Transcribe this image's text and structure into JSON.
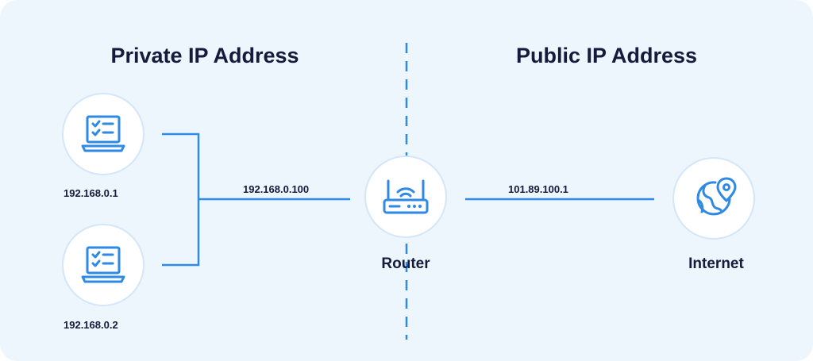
{
  "headings": {
    "private": "Private IP Address",
    "public": "Public IP Address"
  },
  "devices": [
    {
      "ip": "192.168.0.1",
      "icon": "laptop-checklist-icon"
    },
    {
      "ip": "192.168.0.2",
      "icon": "laptop-checklist-icon"
    }
  ],
  "links": {
    "private_link_ip": "192.168.0.100",
    "public_link_ip": "101.89.100.1"
  },
  "router": {
    "label": "Router",
    "icon": "wifi-router-icon"
  },
  "internet": {
    "label": "Internet",
    "icon": "globe-location-pin-icon"
  },
  "colors": {
    "accent": "#2e8ae6",
    "text": "#141b3c",
    "panel_background": "#edf5fd",
    "node_border": "#d3e6fa"
  }
}
